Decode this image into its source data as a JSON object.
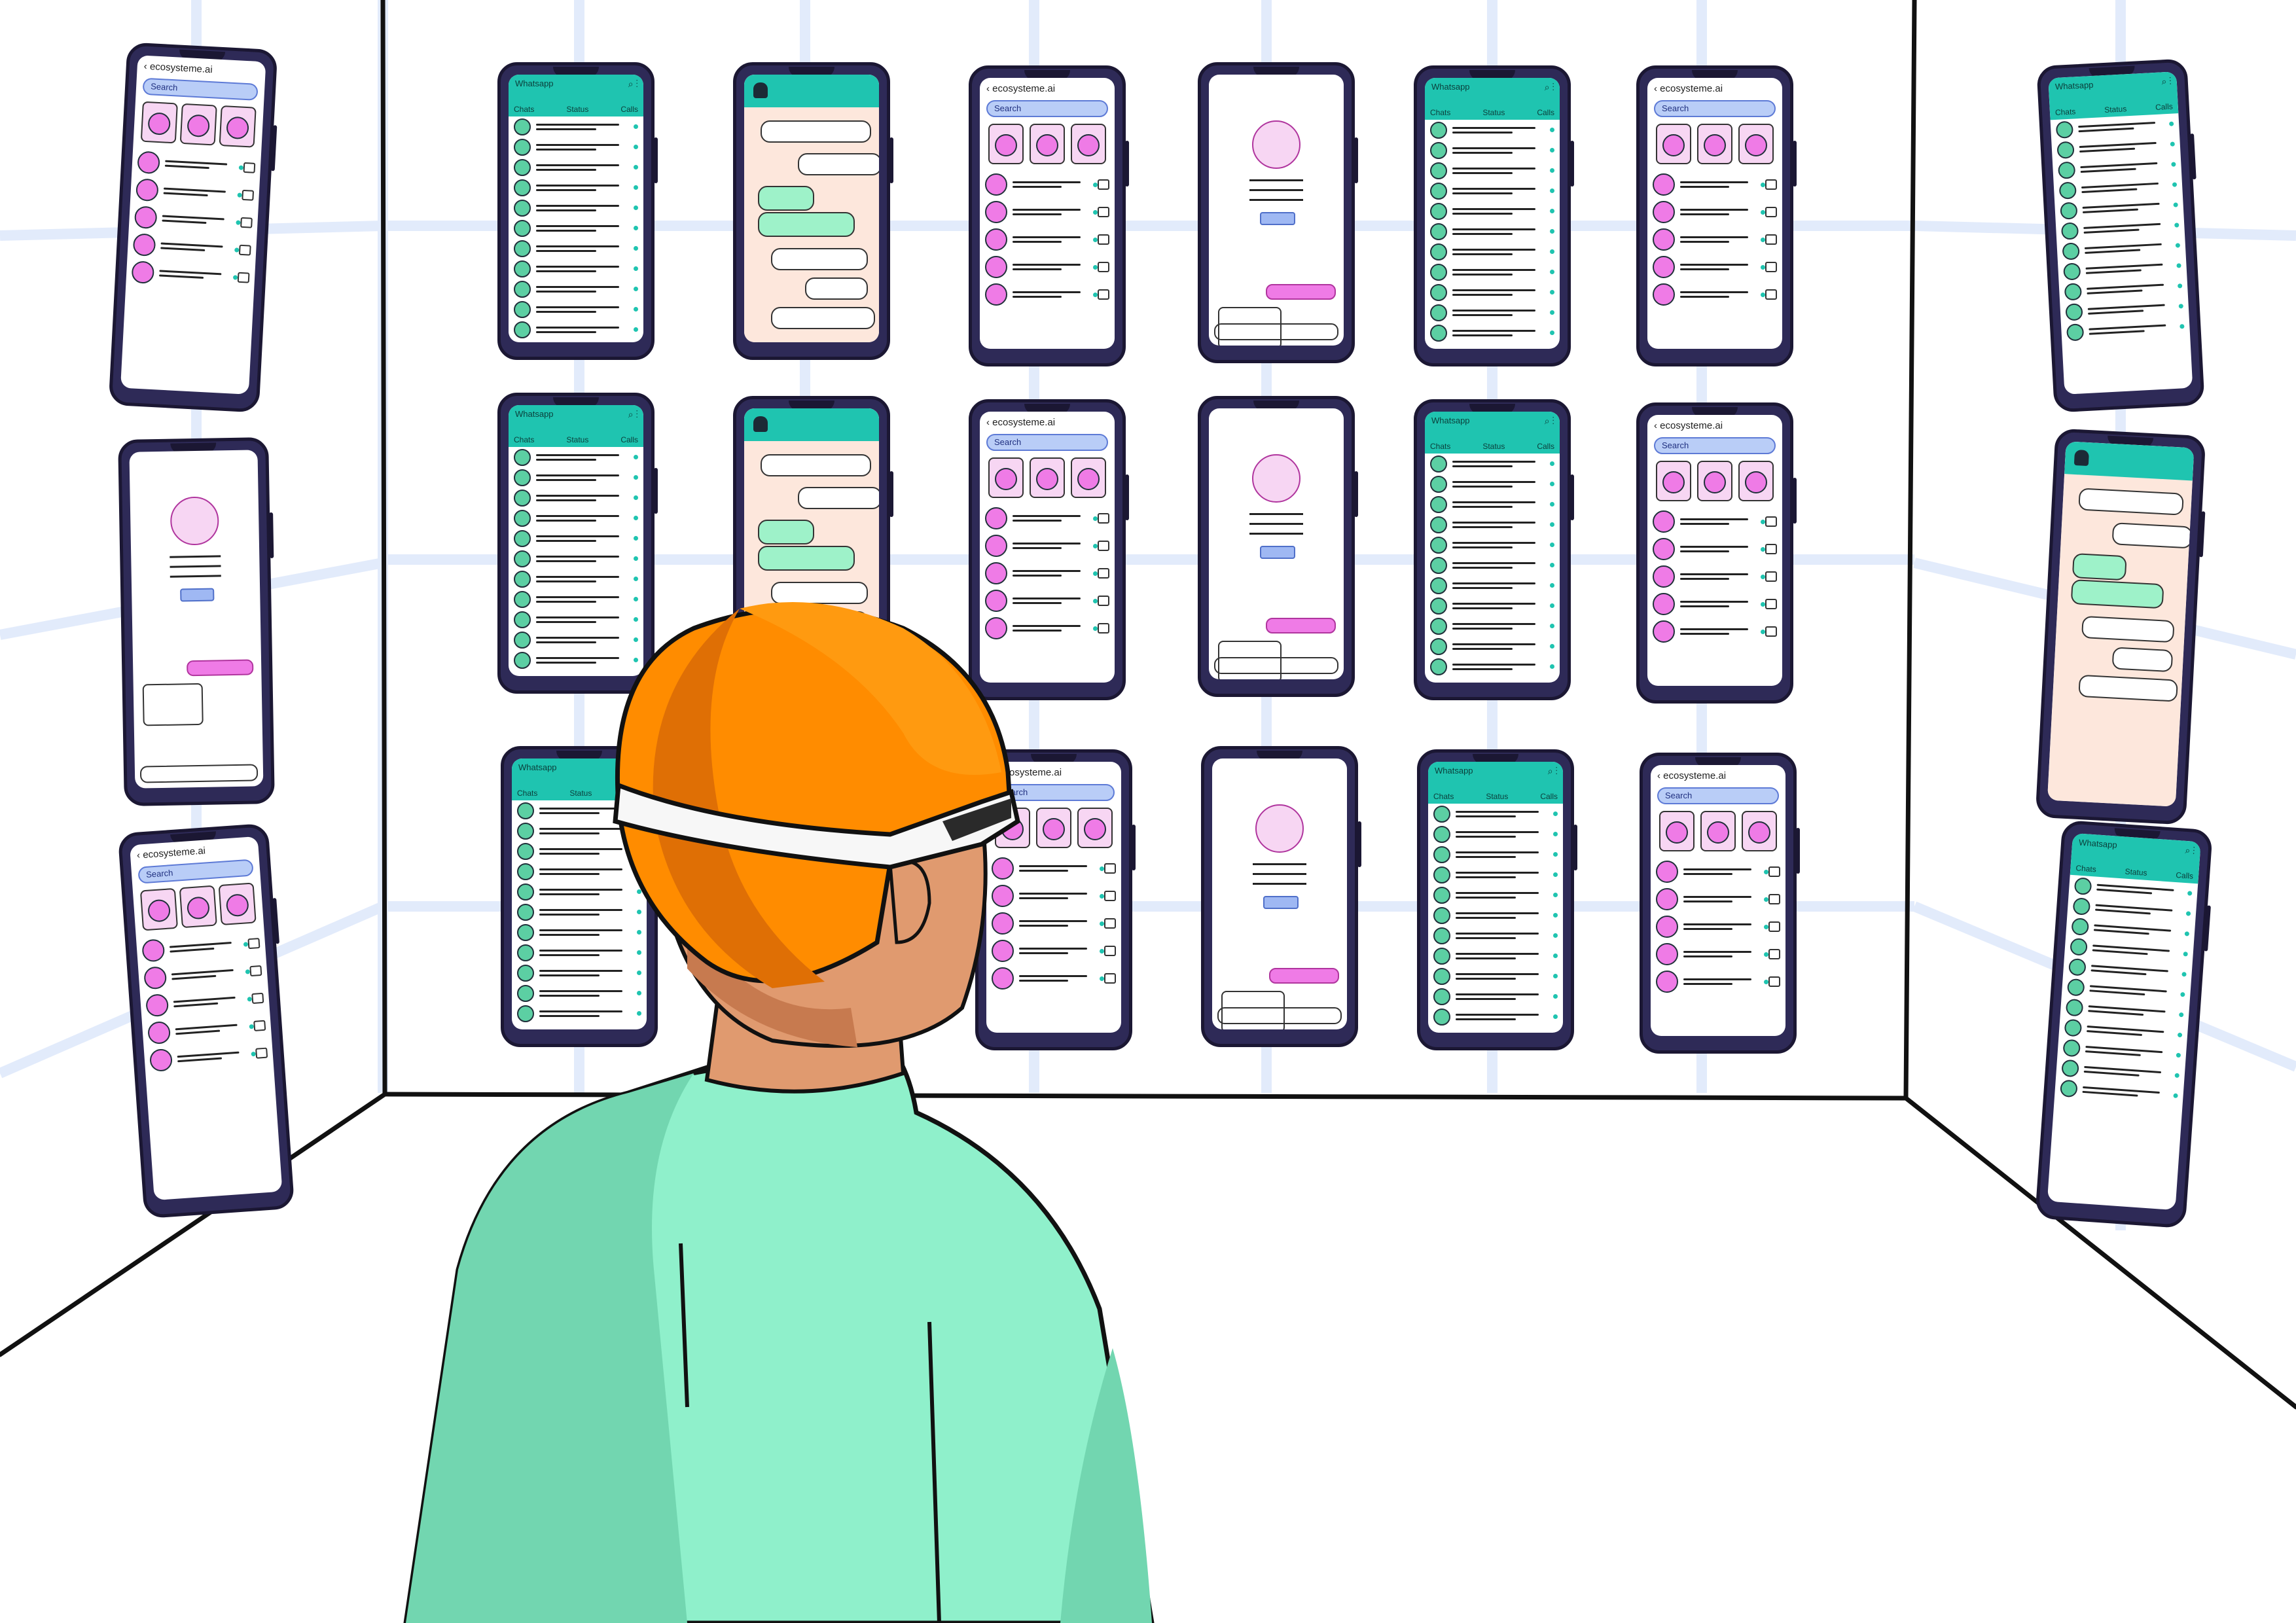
{
  "wa_header": {
    "app_title": "Whatsapp",
    "tab_chats": "Chats",
    "tab_status": "Status",
    "tab_calls": "Calls"
  },
  "eco_header": {
    "app_title": "ecosysteme.ai",
    "search_placeholder": "Search"
  },
  "colors": {
    "teal": "#1fc4b0",
    "mint_shirt": "#8ff0cb",
    "orange_cap": "#ff8c00",
    "pink_avatar": "#ef7be6",
    "search_blue": "#b9cdf7",
    "wall_grid": "#dfe9fb"
  },
  "icons": [
    "back-chevron-icon",
    "search-icon",
    "video-call-icon",
    "phone-icon",
    "menu-dots-icon",
    "camera-icon",
    "compose-icon",
    "mic-icon",
    "person-avatar-icon"
  ]
}
